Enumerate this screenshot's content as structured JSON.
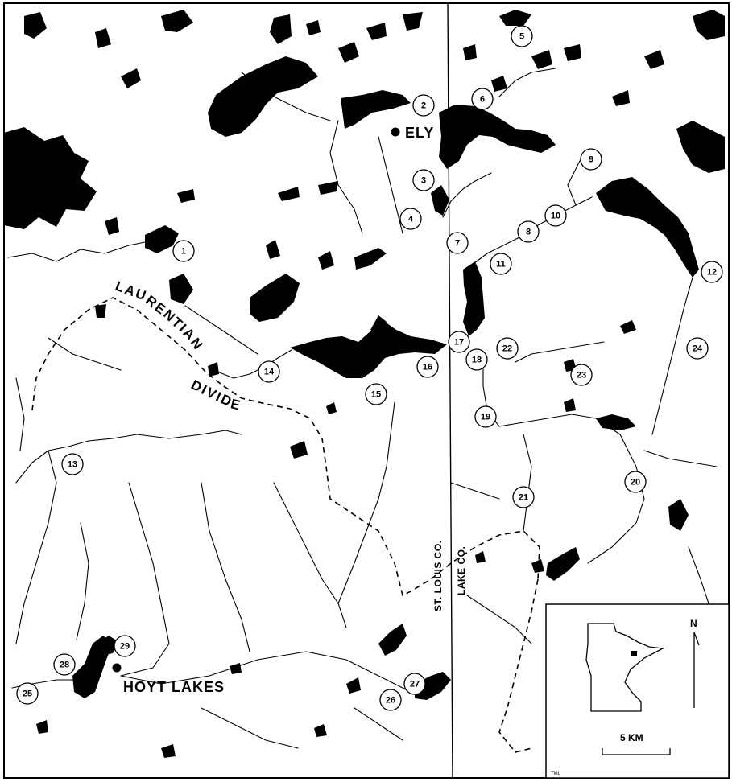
{
  "map": {
    "towns": [
      {
        "id": "ely",
        "label": "ELY"
      },
      {
        "id": "hoyt-lakes",
        "label": "HOYT LAKES"
      }
    ],
    "divide": {
      "line1": "LAURENTIAN",
      "line2": "DIVIDE"
    },
    "counties": {
      "west": "ST. LOUIS CO.",
      "east": "LAKE CO."
    },
    "sites": [
      "1",
      "2",
      "3",
      "4",
      "5",
      "6",
      "7",
      "8",
      "9",
      "10",
      "11",
      "12",
      "13",
      "14",
      "15",
      "16",
      "17",
      "18",
      "19",
      "20",
      "21",
      "22",
      "23",
      "24",
      "25",
      "26",
      "27",
      "28",
      "29"
    ],
    "inset": {
      "north": "N",
      "scale": "5 KM"
    },
    "credit": "TML"
  }
}
